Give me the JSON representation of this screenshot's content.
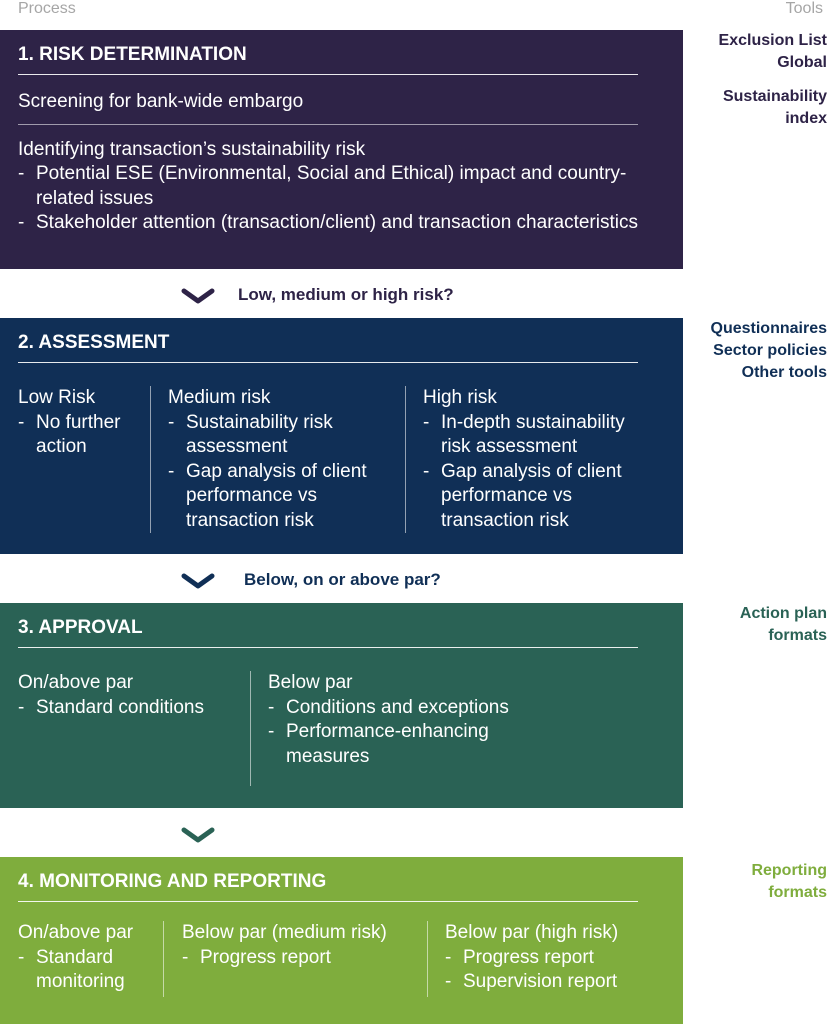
{
  "header": {
    "process": "Process",
    "tools": "Tools"
  },
  "colors": {
    "step1": "#2e2347",
    "step2": "#102f56",
    "step3": "#2a6255",
    "step4": "#7fad3d"
  },
  "step1": {
    "title": "1. RISK DETERMINATION",
    "screening": "Screening for bank-wide embargo",
    "identify": "Identifying transaction’s sustainability risk",
    "bullets": [
      "Potential ESE (Environmental, Social and Ethical) impact and country-related issues",
      "Stakeholder attention (transaction/client) and transaction characteristics"
    ],
    "tools": [
      "Exclusion List Global",
      "Sustainability index"
    ]
  },
  "conn1": "Low, medium or high risk?",
  "step2": {
    "title": "2. ASSESSMENT",
    "columns": [
      {
        "head": "Low Risk",
        "bullets": [
          "No further action"
        ]
      },
      {
        "head": "Medium risk",
        "bullets": [
          "Sustainability risk assessment",
          "Gap analysis of client performance vs transaction risk"
        ]
      },
      {
        "head": "High risk",
        "bullets": [
          "In-depth sustainability risk assessment",
          "Gap analysis of client performance vs transaction risk"
        ]
      }
    ],
    "tools": [
      "Questionnaires",
      "Sector policies",
      "Other tools"
    ]
  },
  "conn2": "Below, on or above par?",
  "step3": {
    "title": "3. APPROVAL",
    "columns": [
      {
        "head": "On/above par",
        "bullets": [
          "Standard conditions"
        ]
      },
      {
        "head": "Below par",
        "bullets": [
          "Conditions and exceptions",
          "Performance-enhancing measures"
        ]
      }
    ],
    "tools": [
      "Action plan formats"
    ]
  },
  "step4": {
    "title": "4. MONITORING AND REPORTING",
    "columns": [
      {
        "head": "On/above par",
        "bullets": [
          "Standard monitoring"
        ]
      },
      {
        "head": "Below par (medium risk)",
        "bullets": [
          "Progress report"
        ]
      },
      {
        "head": "Below par (high risk)",
        "bullets": [
          "Progress report",
          "Supervision report"
        ]
      }
    ],
    "tools": [
      "Reporting formats"
    ]
  }
}
